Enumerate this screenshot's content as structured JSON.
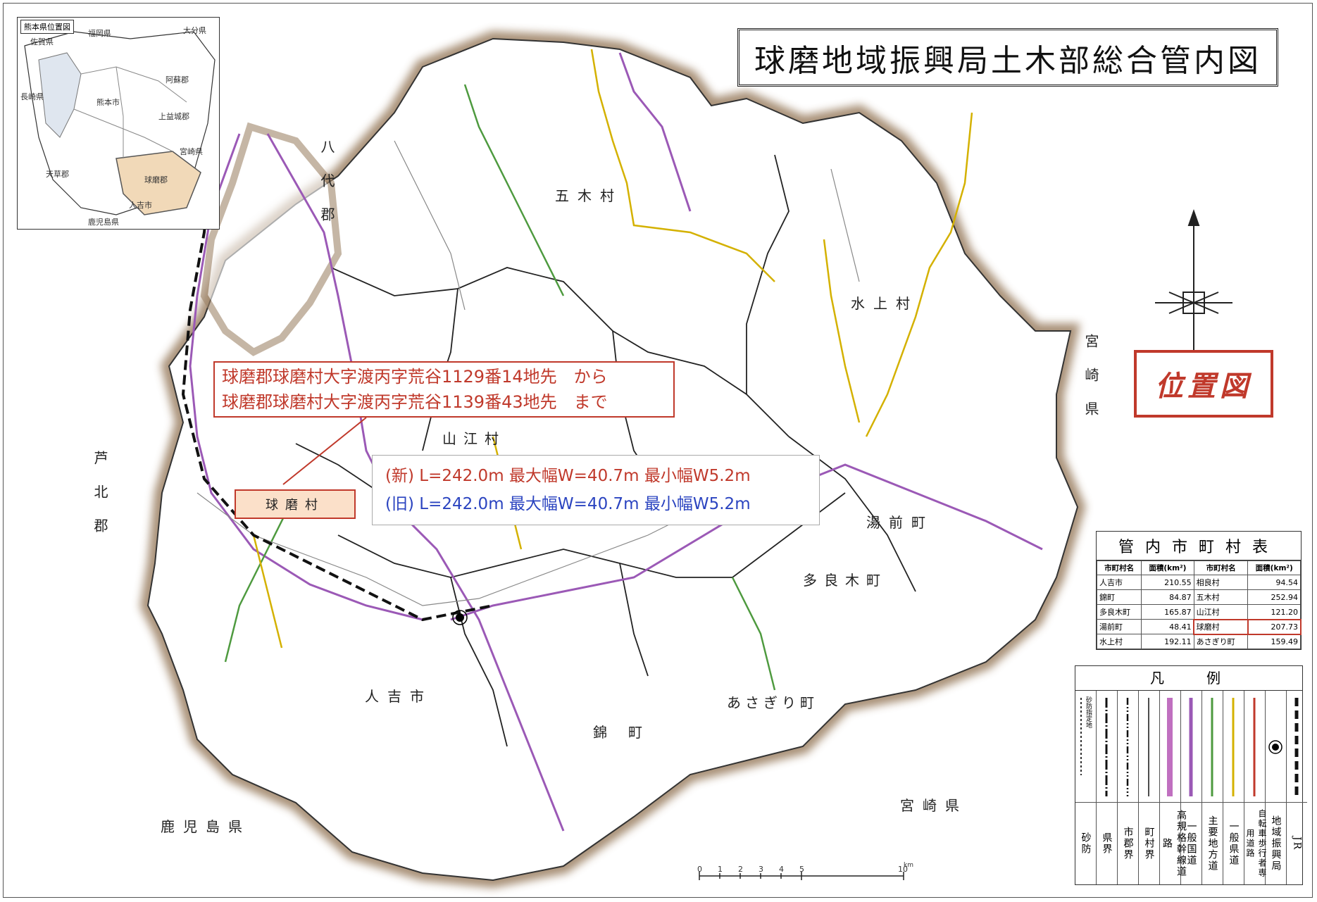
{
  "title": "球磨地域振興局土木部総合管内図",
  "inset": {
    "title": "熊本県位置図",
    "labels": [
      "佐賀県",
      "福岡県",
      "大分県",
      "長崎県",
      "熊本市",
      "阿蘇郡",
      "上益城郡",
      "宮崎県",
      "球磨郡",
      "人吉市",
      "鹿児島県",
      "天草郡"
    ]
  },
  "callout": {
    "line1": "球磨郡球磨村大字渡丙字荒谷1129番14地先　から",
    "line2": "球磨郡球磨村大字渡丙字荒谷1139番43地先　まで"
  },
  "dims": {
    "new_prefix": "(新)",
    "new_L": "L=242.0m",
    "new_max_label": "最大幅",
    "new_max": "W=40.7m",
    "new_min_label": "最小幅",
    "new_min": "W5.2m",
    "old_prefix": "(旧)",
    "old_L": "L=242.0m",
    "old_max_label": "最大幅",
    "old_max": "W=40.7m",
    "old_min_label": "最小幅",
    "old_min": "W5.2m"
  },
  "location_badge": "位置図",
  "target_label": "球磨村",
  "regions": {
    "yatsushiro": "八代郡",
    "ashikita": "芦北郡",
    "miyazaki_e": "宮崎県",
    "miyazaki_s": "宮崎県",
    "kagoshima": "鹿児島県",
    "itsuki": "五木村",
    "mizukami": "水上村",
    "yamae": "山江村",
    "yunomae": "湯前町",
    "taragi": "多良木町",
    "hitoyoshi": "人吉市",
    "nishiki": "錦町",
    "asagiri": "あさぎり町"
  },
  "muni_table": {
    "title": "管内市町村表",
    "headers": [
      "市町村名",
      "面積(km²)",
      "市町村名",
      "面積(km²)"
    ],
    "rows": [
      [
        "人吉市",
        "210.55",
        "相良村",
        "94.54"
      ],
      [
        "錦町",
        "84.87",
        "五木村",
        "252.94"
      ],
      [
        "多良木町",
        "165.87",
        "山江村",
        "121.20"
      ],
      [
        "湯前町",
        "48.41",
        "球磨村",
        "207.73"
      ],
      [
        "水上村",
        "192.11",
        "あさぎり町",
        "159.49"
      ]
    ]
  },
  "legend": {
    "title": "凡例",
    "items": [
      "砂防",
      "県界",
      "市郡界",
      "町村界",
      "高規格幹線道路",
      "一般国道",
      "主要地方道",
      "一般県道",
      "自転車歩行者専用道路",
      "地域振興局",
      "JR"
    ],
    "sabo_sub": "砂防指定地"
  },
  "scale": {
    "ticks": [
      "0",
      "1",
      "2",
      "3",
      "4",
      "5",
      "10"
    ],
    "unit": "km"
  },
  "colors": {
    "national_road": "#9b59b6",
    "main_road": "#4e9a3f",
    "pref_road": "#d4b100",
    "expressway": "#c070c0",
    "accent": "#c0392b",
    "blue_text": "#2b44c0",
    "region_fill": "#f1d9b8"
  }
}
